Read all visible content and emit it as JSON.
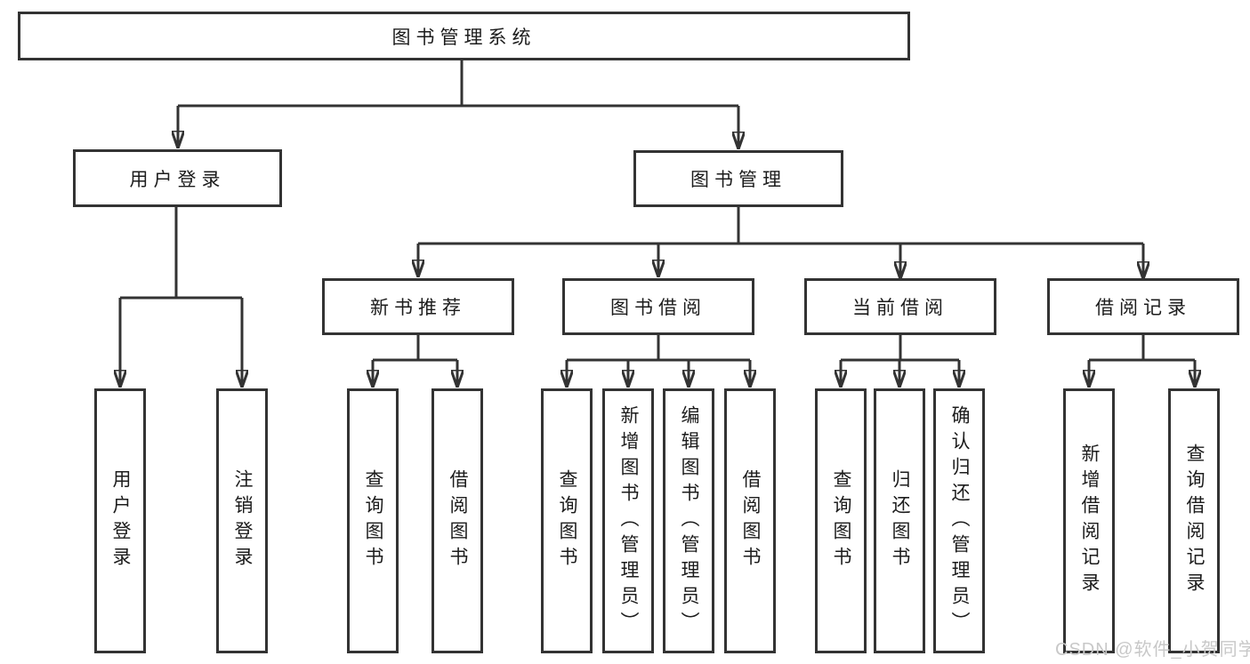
{
  "diagram": {
    "type": "hierarchy-tree",
    "tree": {
      "label": "图书管理系统",
      "children": [
        {
          "label": "用户登录",
          "children": [
            {
              "label": "用户登录"
            },
            {
              "label": "注销登录"
            }
          ]
        },
        {
          "label": "图书管理",
          "children": [
            {
              "label": "新书推荐",
              "children": [
                {
                  "label": "查询图书"
                },
                {
                  "label": "借阅图书"
                }
              ]
            },
            {
              "label": "图书借阅",
              "children": [
                {
                  "label": "查询图书"
                },
                {
                  "label": "新增图书（管理员）"
                },
                {
                  "label": "编辑图书（管理员）"
                },
                {
                  "label": "借阅图书"
                }
              ]
            },
            {
              "label": "当前借阅",
              "children": [
                {
                  "label": "查询图书"
                },
                {
                  "label": "归还图书"
                },
                {
                  "label": "确认归还（管理员）"
                }
              ]
            },
            {
              "label": "借阅记录",
              "children": [
                {
                  "label": "新增借阅记录"
                },
                {
                  "label": "查询借阅记录"
                }
              ]
            }
          ]
        }
      ]
    },
    "colors": {
      "line": "#333333",
      "text": "#1c1c1c",
      "box_fill": "#ffffff",
      "background": "#ffffff",
      "watermark": "#c8c8c8"
    }
  },
  "watermark": {
    "text": "CSDN @软件_小贺同学"
  }
}
